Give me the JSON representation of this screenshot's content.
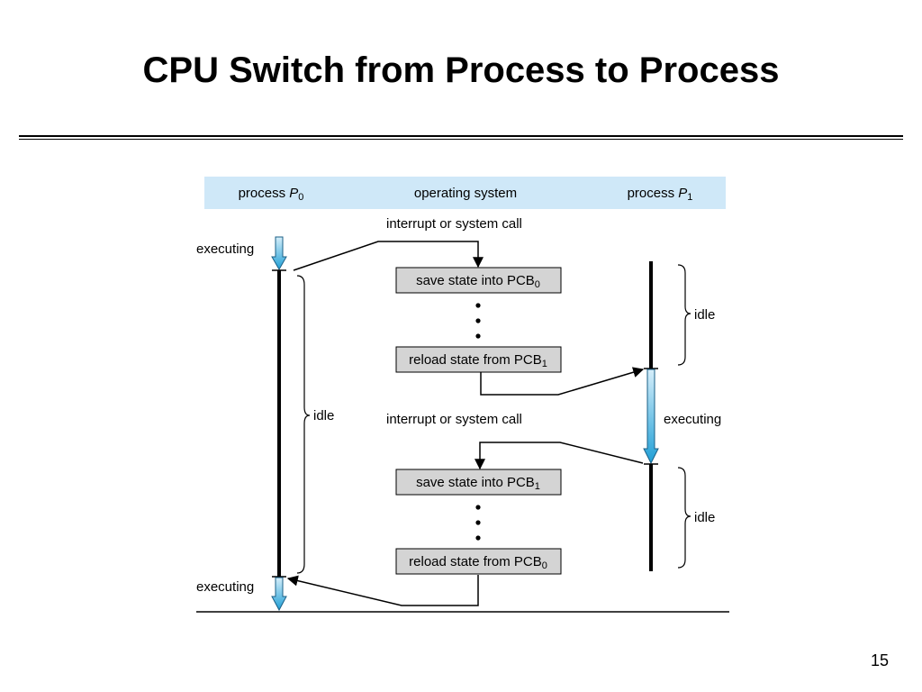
{
  "slide": {
    "title": "CPU Switch from Process to Process",
    "page_number": "15"
  },
  "diagram": {
    "header": {
      "p0_prefix": "process ",
      "p0_var": "P",
      "p0_sub": "0",
      "os": "operating system",
      "p1_prefix": "process ",
      "p1_var": "P",
      "p1_sub": "1"
    },
    "labels": {
      "executing_p0_top": "executing",
      "executing_p0_bottom": "executing",
      "idle_p0": "idle",
      "idle_p1_top": "idle",
      "idle_p1_bottom": "idle",
      "executing_p1": "executing",
      "interrupt_1": "interrupt or system call",
      "interrupt_2": "interrupt or system call"
    },
    "boxes": {
      "save_1_text": "save state into PCB",
      "save_1_sub": "0",
      "reload_1_text": "reload state from PCB",
      "reload_1_sub": "1",
      "save_2_text": "save state into PCB",
      "save_2_sub": "1",
      "reload_2_text": "reload state from PCB",
      "reload_2_sub": "0"
    },
    "colors": {
      "header_bg": "#cfe8f8",
      "box_fill": "#d4d4d4",
      "exec_arrow_light": "#d6eefa",
      "exec_arrow_dark": "#1f9fd6"
    }
  }
}
